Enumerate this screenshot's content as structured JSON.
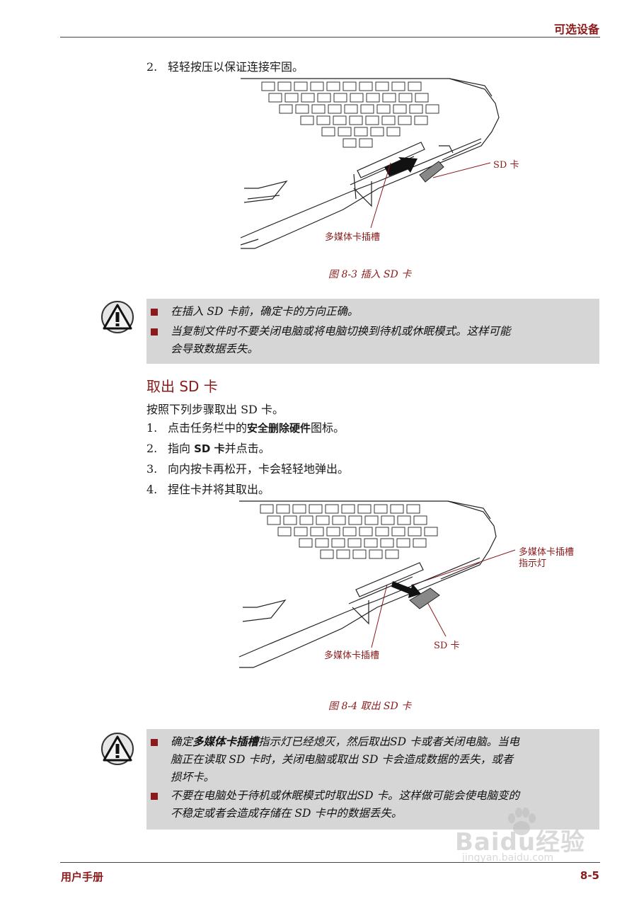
{
  "header": {
    "title": "可选设备"
  },
  "footer": {
    "left": "用户手册",
    "right": "8-5"
  },
  "step_insert_2": {
    "num": "2.",
    "text": "轻轻按压以保证连接牢固。"
  },
  "figure1": {
    "callout_card": "SD 卡",
    "callout_slot": "多媒体卡插槽",
    "caption": "图 8-3 插入 SD 卡"
  },
  "note1": {
    "items": [
      "在插入 SD 卡前，确定卡的方向正确。",
      "当复制文件时不要关闭电脑或将电脑切换到待机或休眠模式。这样可能",
      "会导致数据丢失。"
    ]
  },
  "section": {
    "title": "取出 SD 卡",
    "intro": "按照下列步骤取出 SD 卡。"
  },
  "steps": [
    {
      "num": "1.",
      "pre": "点击任务栏中的",
      "bold": "安全删除硬件",
      "post": "图标。"
    },
    {
      "num": "2.",
      "pre": "指向 ",
      "bold": "SD 卡",
      "post": "并点击。"
    },
    {
      "num": "3.",
      "pre": "向内按卡再松开，卡会轻轻地弹出。",
      "bold": "",
      "post": ""
    },
    {
      "num": "4.",
      "pre": "捏住卡并将其取出。",
      "bold": "",
      "post": ""
    }
  ],
  "figure2": {
    "callout_indicator_1": "多媒体卡插槽",
    "callout_indicator_2": "指示灯",
    "callout_slot": "多媒体卡插槽",
    "callout_card": "SD 卡",
    "caption": "图 8-4 取出 SD 卡"
  },
  "note2": {
    "item1_pre": "确定",
    "item1_bold": "多媒体卡插槽",
    "item1_post": "指示灯已经熄灭，然后取出SD 卡或者关闭电脑。当电",
    "item1_line2": "脑正在读取 SD 卡时，关闭电脑或取出 SD 卡会造成数据的丢失，或者",
    "item1_line3": "损坏卡。",
    "item2_line1": "不要在电脑处于待机或休眠模式时取出SD 卡。这样做可能会使电脑变的",
    "item2_line2": "不稳定或者会造成存储在 SD 卡中的数据丢失。"
  },
  "watermark": {
    "brand": "Baidu经验",
    "url": "jingyan.baidu.com"
  },
  "colors": {
    "accent": "#8b1a1a",
    "note_bg": "#d6d6d6"
  },
  "icons": [
    "warning-icon",
    "laptop-illustration",
    "paw-icon"
  ]
}
